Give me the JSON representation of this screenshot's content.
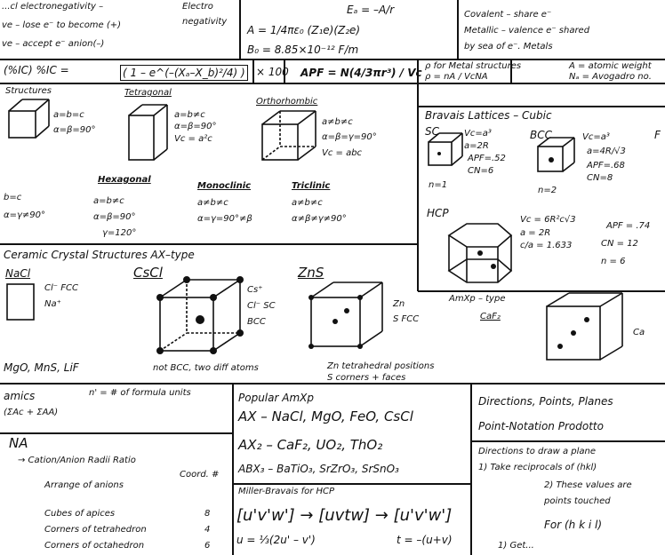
{
  "top": {
    "elec_lines": [
      "...cl electronegativity –",
      "ve – lose e⁻ to become (+)",
      "ve – accept e⁻ anion(–)"
    ],
    "elec_right": [
      "Electro",
      "negativity"
    ],
    "eq1": "A = 1/4πε₀ (Z₁e)(Z₂e)",
    "eq2": "Eₐ = –A/r",
    "eq3": "B₀ = 8.85×10⁻¹² F/m",
    "metals": [
      "Covalent – share e⁻",
      "Metallic – valence e⁻ shared",
      "by sea of e⁻. Metals"
    ]
  },
  "ionic_row": {
    "label": "(%IC)  %IC =",
    "formula": "( 1 – e^(–(Xₐ–X_b)²/4) )",
    "x100": "× 100",
    "apf_title": "APF",
    "apf_formula": "APF = N(4/3πr³) / Vc",
    "rho_title": "ρ for Metal structures",
    "rho_formula": "ρ = nA / VcNA",
    "rho_legend": [
      "A = atomic weight",
      "Nₐ = Avogadro no."
    ]
  },
  "crystal_systems": {
    "labels": [
      "Structures",
      "Tetragonal",
      "Orthorhombic"
    ],
    "cubic_params": [
      "a=b=c",
      "α=β=90°"
    ],
    "tetra_params": [
      "a=b≠c",
      "α=β=90°",
      "Vc = a²c"
    ],
    "ortho_params": [
      "a≠b≠c",
      "α=β=γ=90°",
      "Vc = abc"
    ],
    "bottom_labels": [
      "Hexagonal",
      "Monoclinic",
      "Triclinic"
    ],
    "hex_params": [
      "a=b≠c",
      "α=β=90°",
      "γ=120°"
    ],
    "mono_params": [
      "a≠b≠c",
      "α=γ=90°≠β"
    ],
    "tri_params": [
      "a≠b≠c",
      "α≠β≠γ≠90°"
    ],
    "left_params": [
      "b=c",
      "α=γ≠90°"
    ]
  },
  "bravais": {
    "title": "Bravais Lattices – Cubic",
    "sc": "SC",
    "bcc": "BCC",
    "fcc": "F",
    "sc_params": [
      "Vc=a³",
      "a=2R",
      "APF=.52",
      "CN=6",
      "n=1"
    ],
    "bcc_params": [
      "Vc=a³",
      "a=4R/√3",
      "APF=.68",
      "CN=8",
      "n=2"
    ],
    "hcp": "HCP",
    "hcp_params": [
      "Vc = 6R²c√3",
      "a = 2R",
      "c/a = 1.633",
      "APF = .74",
      "CN = 12",
      "n = 6"
    ]
  },
  "ceramics": {
    "title": "Ceramic Crystal Structures AX–type",
    "nacl": "NaCl",
    "cscl": "CsCl",
    "zns": "ZnS",
    "nacl_notes": [
      "Cl⁻ FCC",
      "Na⁺"
    ],
    "cscl_notes": [
      "Cs⁺",
      "Cl⁻ SC",
      "BCC"
    ],
    "zns_notes": [
      "Zn",
      "S FCC"
    ],
    "examples": "MgO, MnS, LiF",
    "cscl_note": "not BCC, two diff atoms",
    "zns_note1": "Zn tetrahedral positions",
    "zns_note2": "S corners + faces",
    "amx_title": "AmXp – type",
    "caf2": "CaF₂",
    "ca_label": "Ca"
  },
  "bottom_left": {
    "title": "amics",
    "n_formula": "n' = # of formula units",
    "sum": "(ΣAc + ΣAA)",
    "na": "NA",
    "cation": "→ Cation/Anion Radii Ratio",
    "coord": "Coord. #",
    "rows": [
      "Arrange of anions",
      "Cubes of apices",
      "Corners of tetrahedron",
      "Corners of octahedron"
    ],
    "nums": [
      "8",
      "4",
      "6"
    ]
  },
  "popular": {
    "title": "Popular AmXp",
    "line1": "AX – NaCl, MgO, FeO, CsCl",
    "line2": "AX₂ – CaF₂, UO₂, ThO₂",
    "line3": "ABX₃ – BaTiO₃, SrZrO₃, SrSnO₃",
    "miller_title": "Miller-Bravais for HCP",
    "miller_eq": "[u'v'w'] → [uvtw] → [u'v'w']",
    "miller_u": "u = ⅓(2u' – v')",
    "miller_t": "t = –(u+v)"
  },
  "directions": {
    "title": "Directions, Points, Planes",
    "point": "Point-Notation  Prodotto",
    "lines": [
      "Directions to draw a plane",
      "1) Take reciprocals of (hkl)",
      "2) These values are",
      "   points touched",
      "For (h k i l)",
      "1) Get..."
    ]
  }
}
